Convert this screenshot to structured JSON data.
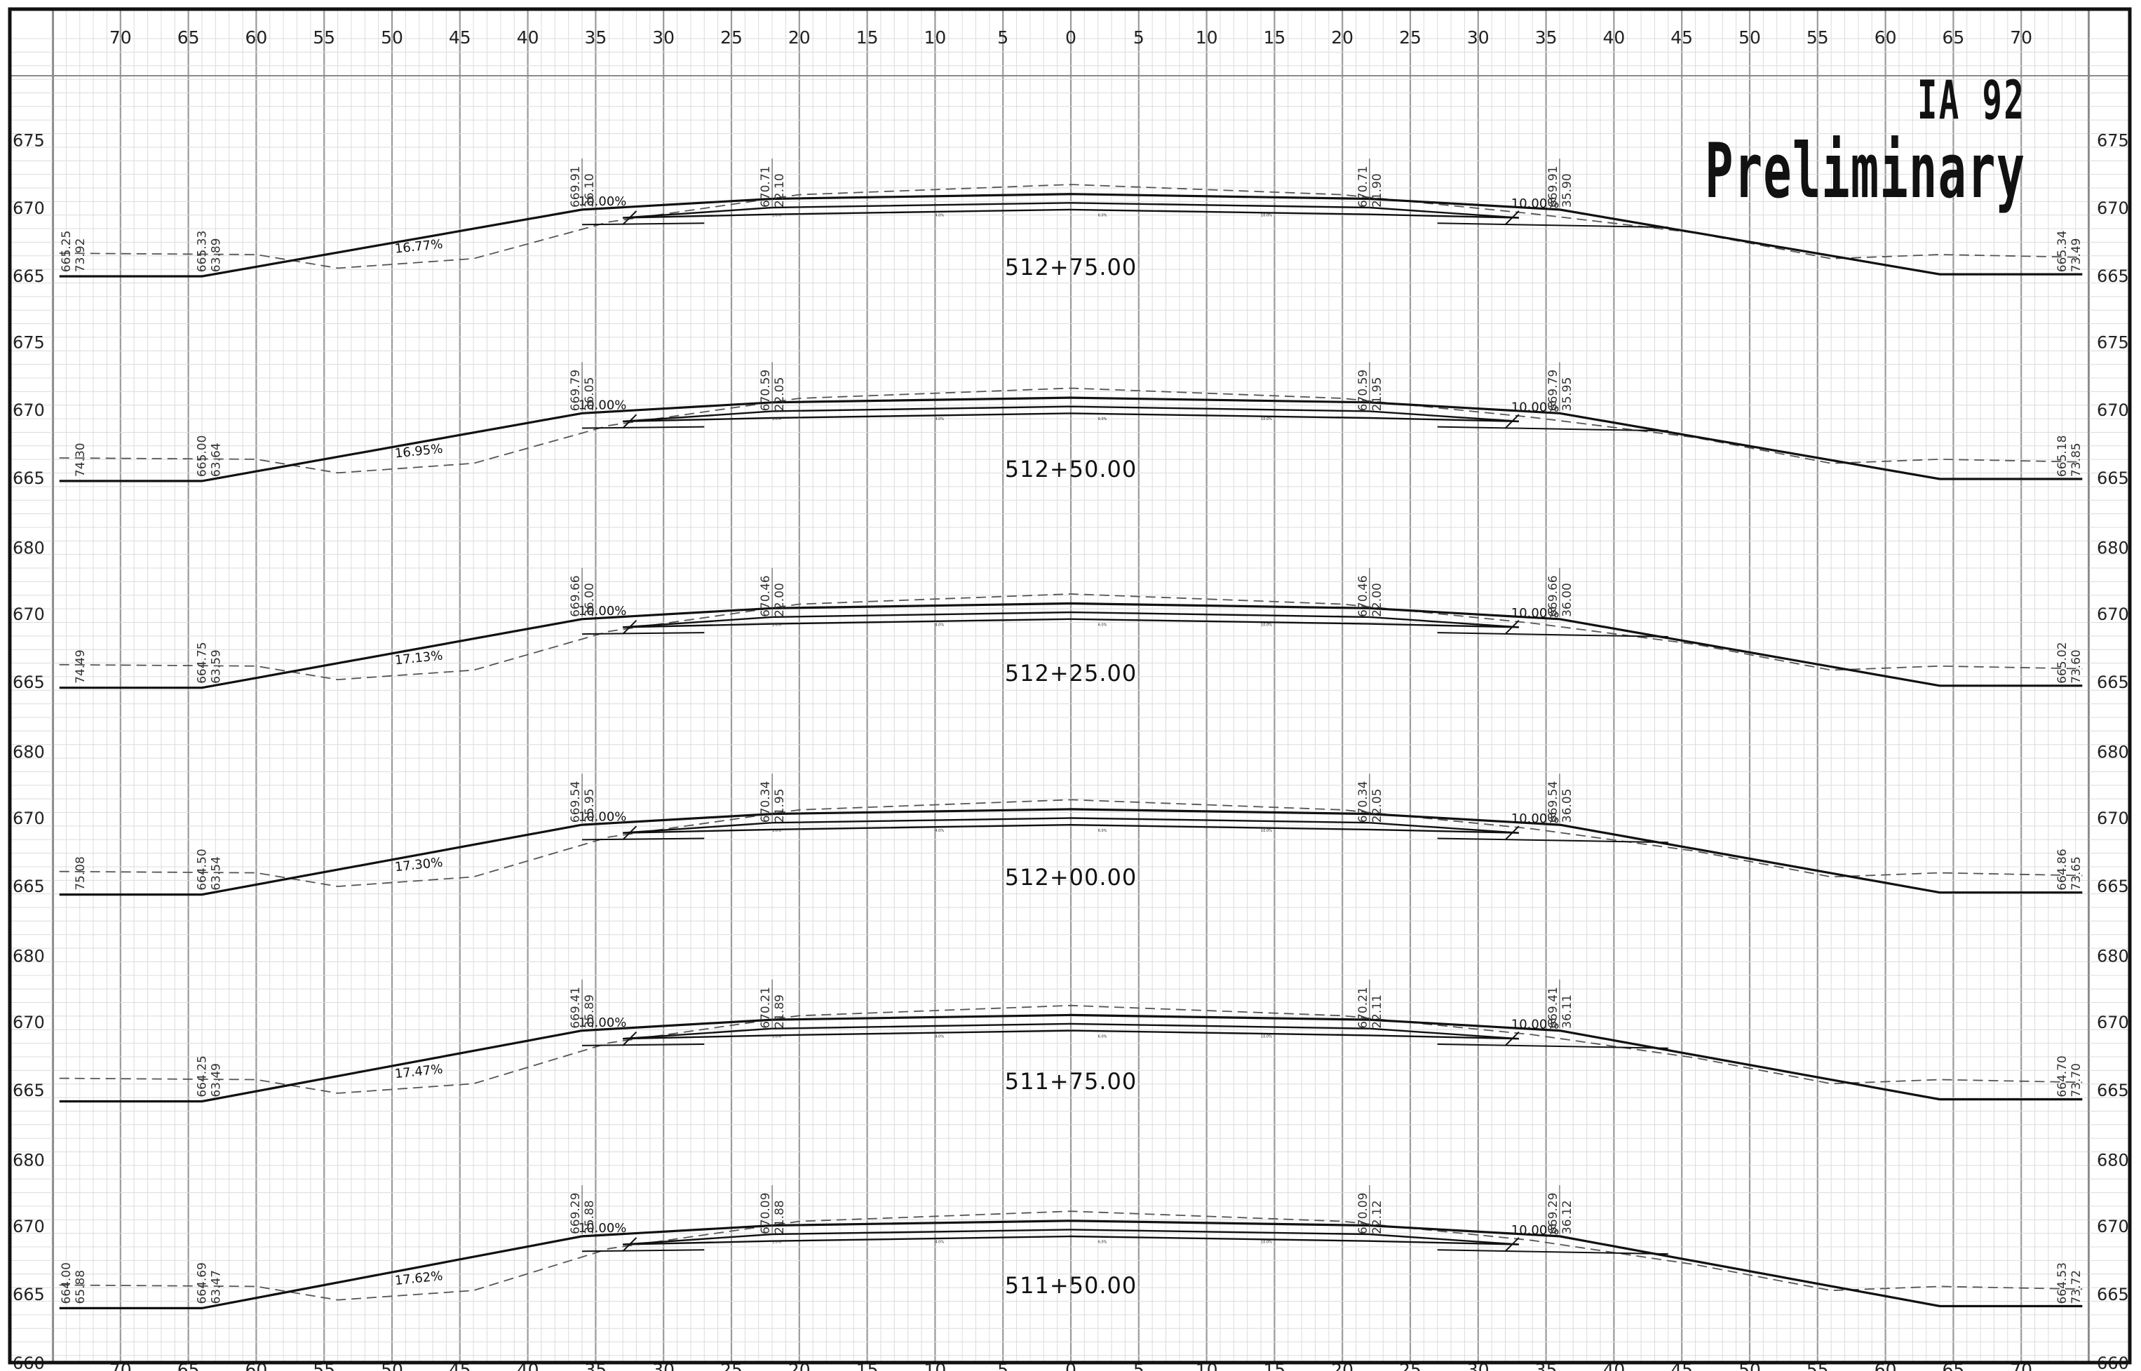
{
  "title": {
    "route": "IA 92",
    "status": "Preliminary"
  },
  "offset_axis": {
    "labels": [
      "70",
      "65",
      "60",
      "55",
      "50",
      "45",
      "40",
      "35",
      "30",
      "25",
      "20",
      "15",
      "10",
      "5",
      "0",
      "5",
      "10",
      "15",
      "20",
      "25",
      "30",
      "35",
      "40",
      "45",
      "50",
      "55",
      "60",
      "65",
      "70"
    ]
  },
  "elevation_axis": {
    "bottom_label": "660"
  },
  "sections": [
    {
      "station": "512+75.00",
      "elev_labels": [
        "675",
        "670",
        "665"
      ],
      "left_slope": "16.77%",
      "left_inner_slope": "10.00%",
      "right_inner_slope": "10.00%",
      "annotations": [
        {
          "a": "669.91",
          "b": "36.10"
        },
        {
          "a": "670.71",
          "b": "22.10"
        },
        {
          "a": "670.71",
          "b": "21.90"
        },
        {
          "a": "669.91",
          "b": "35.90"
        }
      ],
      "left_toe": {
        "a": "665.25",
        "b": "73.92"
      },
      "left_hinge": {
        "a": "665.33",
        "b": "63.89"
      },
      "right_toe": {
        "a": "665.34",
        "b": "73.49"
      }
    },
    {
      "station": "512+50.00",
      "elev_labels": [
        "675",
        "670",
        "665"
      ],
      "left_slope": "16.95%",
      "left_inner_slope": "10.00%",
      "right_inner_slope": "10.00%",
      "annotations": [
        {
          "a": "669.79",
          "b": "36.05"
        },
        {
          "a": "670.59",
          "b": "22.05"
        },
        {
          "a": "670.59",
          "b": "21.95"
        },
        {
          "a": "669.79",
          "b": "35.95"
        }
      ],
      "left_toe": {
        "a": "",
        "b": "74.30"
      },
      "left_hinge": {
        "a": "665.00",
        "b": "63.64"
      },
      "right_toe": {
        "a": "665.18",
        "b": "73.85"
      }
    },
    {
      "station": "512+25.00",
      "elev_labels": [
        "670",
        "665"
      ],
      "left_slope": "17.13%",
      "left_inner_slope": "10.00%",
      "right_inner_slope": "10.00%",
      "annotations": [
        {
          "a": "669.66",
          "b": "36.00"
        },
        {
          "a": "670.46",
          "b": "22.00"
        },
        {
          "a": "670.46",
          "b": "22.00"
        },
        {
          "a": "669.66",
          "b": "36.00"
        }
      ],
      "left_toe": {
        "a": "",
        "b": "74.49"
      },
      "left_hinge": {
        "a": "664.75",
        "b": "63.59"
      },
      "right_toe": {
        "a": "665.02",
        "b": "73.60"
      }
    },
    {
      "station": "512+00.00",
      "elev_labels": [
        "670",
        "665"
      ],
      "left_slope": "17.30%",
      "left_inner_slope": "10.00%",
      "right_inner_slope": "10.00%",
      "annotations": [
        {
          "a": "669.54",
          "b": "35.95"
        },
        {
          "a": "670.34",
          "b": "21.95"
        },
        {
          "a": "670.34",
          "b": "22.05"
        },
        {
          "a": "669.54",
          "b": "36.05"
        }
      ],
      "left_toe": {
        "a": "",
        "b": "75.08"
      },
      "left_hinge": {
        "a": "664.50",
        "b": "63.54"
      },
      "right_toe": {
        "a": "664.86",
        "b": "73.65"
      }
    },
    {
      "station": "511+75.00",
      "elev_labels": [
        "670",
        "665"
      ],
      "left_slope": "17.47%",
      "left_inner_slope": "10.00%",
      "right_inner_slope": "10.00%",
      "annotations": [
        {
          "a": "669.41",
          "b": "35.89"
        },
        {
          "a": "670.21",
          "b": "21.89"
        },
        {
          "a": "670.21",
          "b": "22.11"
        },
        {
          "a": "669.41",
          "b": "36.11"
        }
      ],
      "left_toe": {
        "a": "",
        "b": ""
      },
      "left_hinge": {
        "a": "664.25",
        "b": "63.49"
      },
      "right_toe": {
        "a": "664.70",
        "b": "73.70"
      }
    },
    {
      "station": "511+50.00",
      "elev_labels": [
        "670",
        "665"
      ],
      "left_slope": "17.62%",
      "left_inner_slope": "10.00%",
      "right_inner_slope": "10.00%",
      "annotations": [
        {
          "a": "669.29",
          "b": "35.88"
        },
        {
          "a": "670.09",
          "b": "21.88"
        },
        {
          "a": "670.09",
          "b": "22.12"
        },
        {
          "a": "669.29",
          "b": "36.12"
        }
      ],
      "left_toe": {
        "a": "664.00",
        "b": "65.88"
      },
      "left_hinge": {
        "a": "664.69",
        "b": "63.47"
      },
      "right_toe": {
        "a": "664.53",
        "b": "73.72"
      }
    }
  ],
  "small_tags": [
    "1.0%",
    "4.0%",
    "6.0%",
    "10.0%"
  ]
}
